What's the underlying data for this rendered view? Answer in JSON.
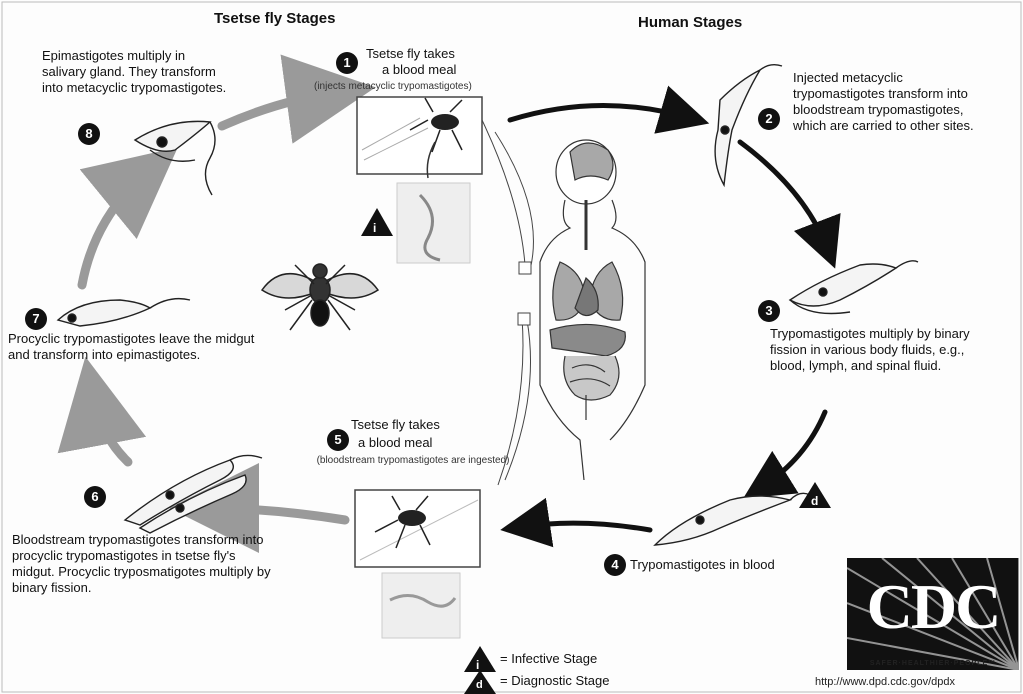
{
  "headers": {
    "tsetse": "Tsetse fly Stages",
    "human": "Human Stages"
  },
  "stages": {
    "s1": {
      "num": "1",
      "line1": "Tsetse fly takes",
      "line2": "a blood meal",
      "note": "(injects metacyclic trypomastigotes)"
    },
    "s2": {
      "num": "2",
      "text": "Injected metacyclic trypomastigotes transform into bloodstream trypomastigotes, which are carried to other sites."
    },
    "s3": {
      "num": "3",
      "text": "Trypomastigotes multiply by binary fission in various body fluids, e.g., blood, lymph, and spinal fluid."
    },
    "s4": {
      "num": "4",
      "text": "Trypomastigotes in blood"
    },
    "s5": {
      "num": "5",
      "line1": "Tsetse fly takes",
      "line2": "a blood meal",
      "note": "(bloodstream trypomastigotes are ingested)"
    },
    "s6": {
      "num": "6",
      "text": "Bloodstream trypomastigotes transform into procyclic trypomastigotes in tsetse fly's midgut. Procyclic tryposmatigotes multiply by binary fission."
    },
    "s7": {
      "num": "7",
      "text": "Procyclic trypomastigotes leave the midgut and transform into epimastigotes."
    },
    "s8": {
      "num": "8",
      "text": "Epimastigotes multiply in salivary gland. They transform into metacyclic trypomastigotes."
    }
  },
  "markers": {
    "infective": "i",
    "diagnostic": "d"
  },
  "legend": {
    "infective_label": "= Infective Stage",
    "diagnostic_label": "= Diagnostic Stage"
  },
  "logo": {
    "word": "CDC",
    "tagline": "SAFER·HEALTHIER·PEOPLE™"
  },
  "url": "http://www.dpd.cdc.gov/dpdx",
  "colors": {
    "human_arrows": "#111111",
    "tsetse_arrows": "#9a9a9a",
    "organ_fill": "#a8a8a8"
  }
}
